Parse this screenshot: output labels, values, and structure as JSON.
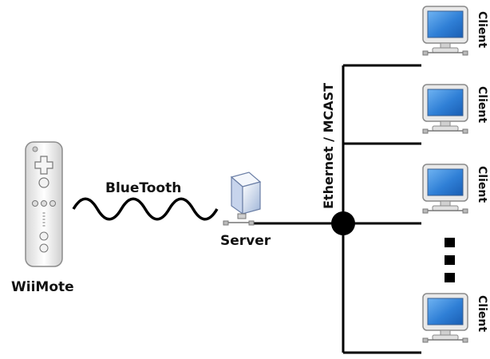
{
  "diagram": {
    "wiimote": {
      "label": "WiiMote",
      "icon": "wii-remote-icon"
    },
    "bluetooth": {
      "label": "BlueTooth"
    },
    "server": {
      "label": "Server",
      "icon": "server-tower-icon"
    },
    "network": {
      "label": "Ethernet / MCAST"
    },
    "clients": [
      {
        "label": "Client",
        "icon": "monitor-icon"
      },
      {
        "label": "Client",
        "icon": "monitor-icon"
      },
      {
        "label": "Client",
        "icon": "monitor-icon"
      },
      {
        "label": "Client",
        "icon": "monitor-icon"
      }
    ],
    "colors": {
      "line": "#000000",
      "screen": "#2f7fd6",
      "monitor_frame": "#e4e4e4",
      "text": "#111111"
    }
  }
}
